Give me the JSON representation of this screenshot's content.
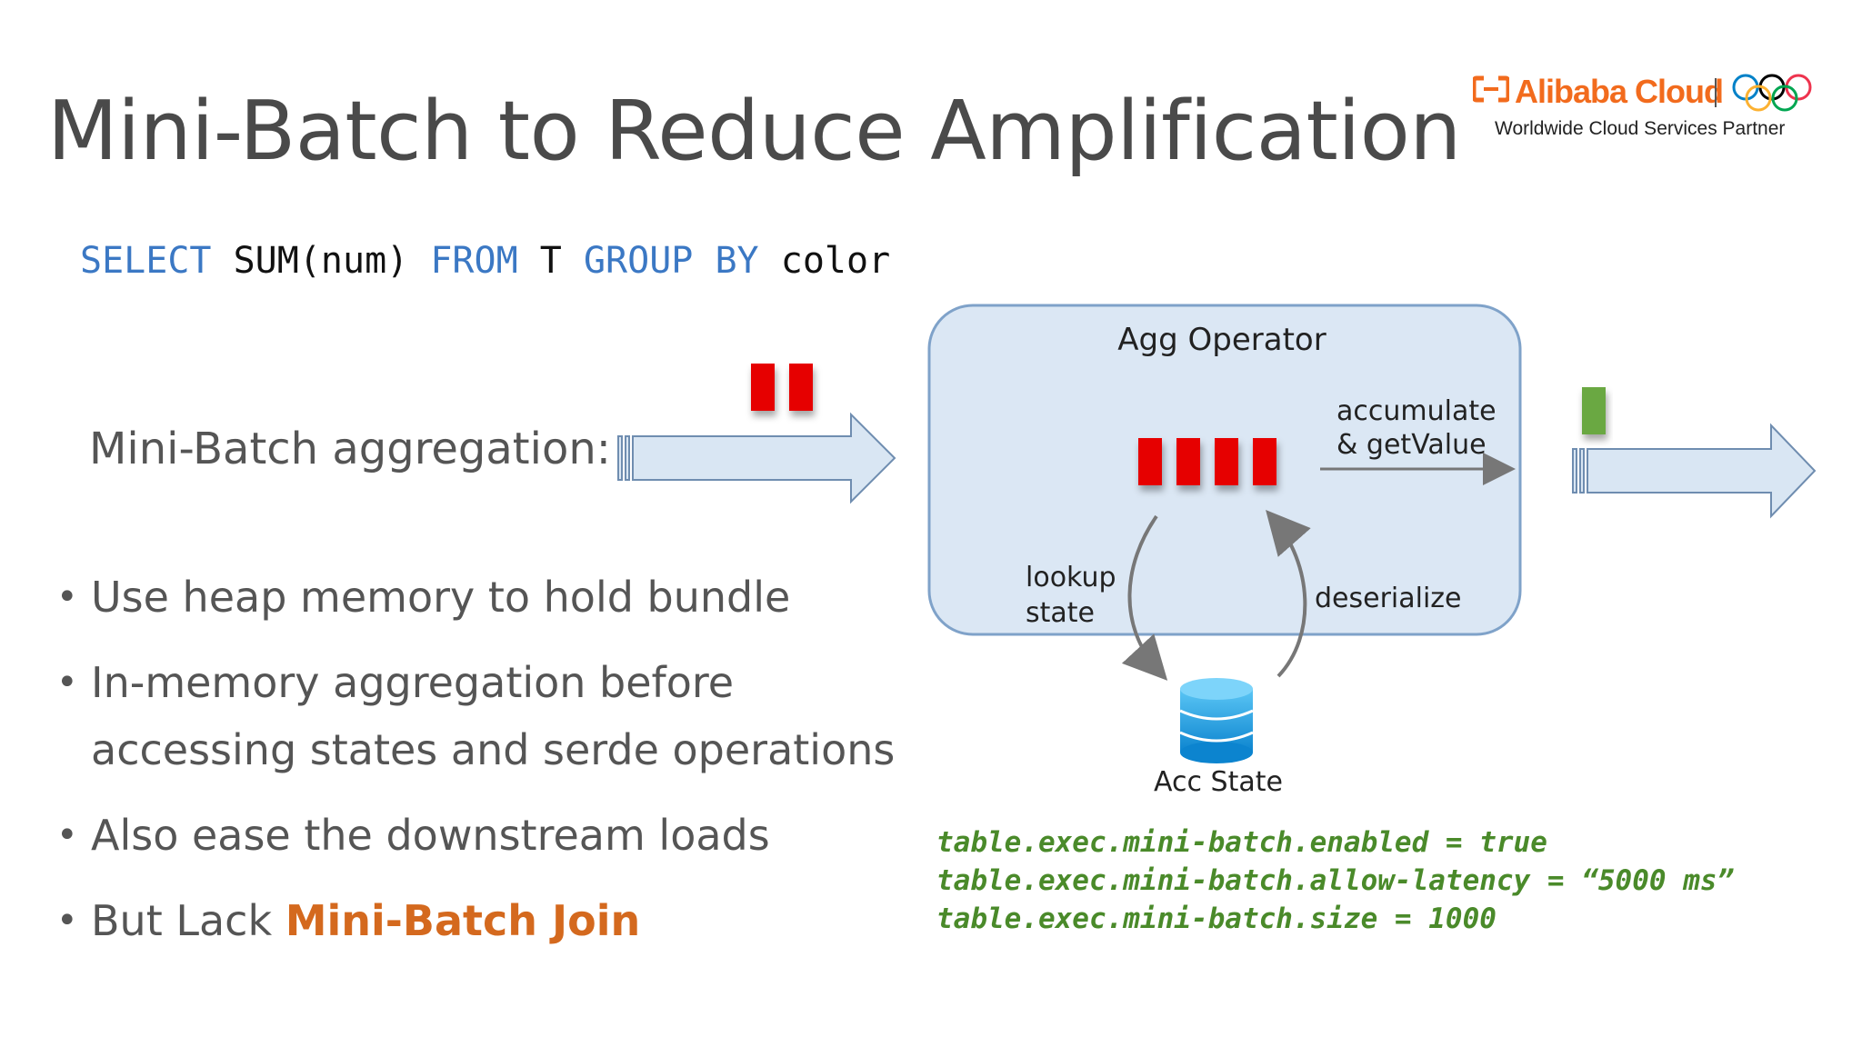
{
  "title": "Mini-Batch to Reduce Amplification",
  "logo": {
    "brand": "Alibaba Cloud",
    "tagline": "Worldwide Cloud Services Partner",
    "icon": "alibaba-cloud-logo-icon",
    "rings_icon": "olympic-rings-icon"
  },
  "sql": {
    "select": "SELECT",
    "expr": "SUM(num)",
    "from": "FROM",
    "table": "T",
    "group": "GROUP",
    "by": "BY",
    "col": "color"
  },
  "subhead": "Mini-Batch aggregation:",
  "bullets": [
    {
      "text": "Use heap memory to hold bundle",
      "highlight": ""
    },
    {
      "text": "In-memory aggregation before accessing states and serde operations",
      "highlight": ""
    },
    {
      "text": "Also ease the downstream loads",
      "highlight": ""
    },
    {
      "text": "But Lack ",
      "highlight": "Mini-Batch Join"
    }
  ],
  "diagram": {
    "operator_label": "Agg Operator",
    "accumulate_line1": "accumulate",
    "accumulate_line2": "& getValue",
    "lookup_line1": "lookup",
    "lookup_line2": "state",
    "deserialize": "deserialize",
    "state_label": "Acc State",
    "colors": {
      "box_fill": "#dbe7f4",
      "box_stroke": "#7fa2c9",
      "record": "#e60000",
      "output_record": "#6aa842",
      "database": "#1e9be0"
    }
  },
  "config": [
    "table.exec.mini-batch.enabled = true",
    "table.exec.mini-batch.allow-latency = “5000 ms”",
    "table.exec.mini-batch.size = 1000"
  ],
  "colors": {
    "title": "#4a4a4a",
    "sql_keyword": "#3b78c4",
    "highlight": "#d4691e",
    "config": "#4a8a2a",
    "brand": "#f26b1d"
  }
}
